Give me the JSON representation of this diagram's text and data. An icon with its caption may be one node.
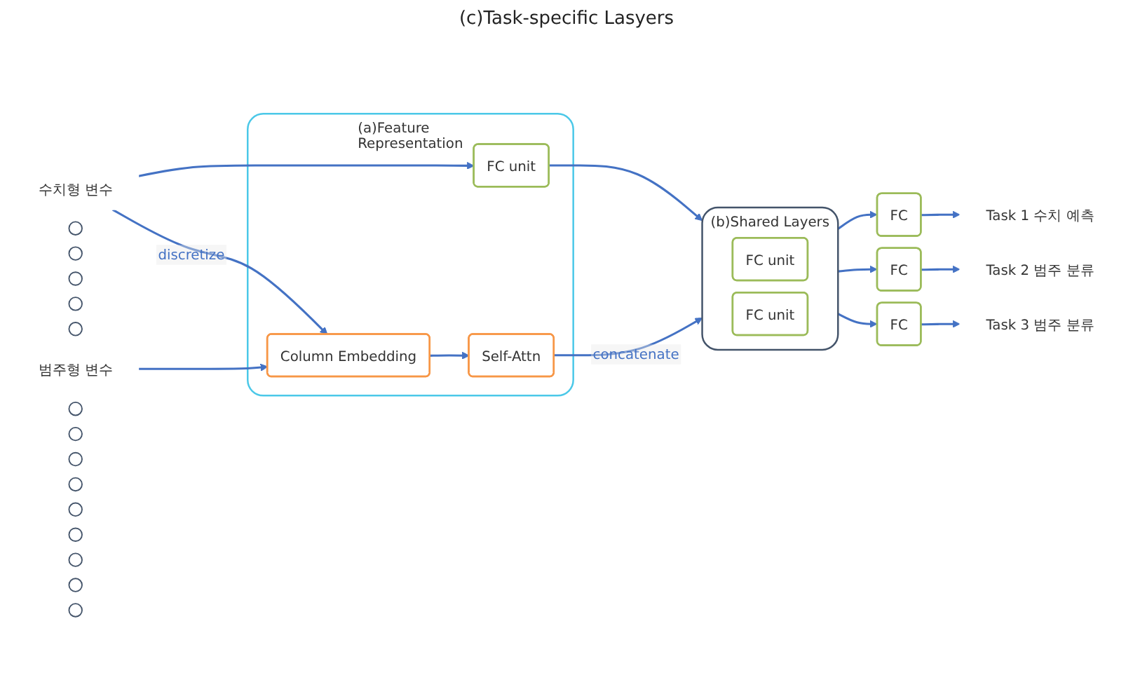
{
  "diagram": {
    "nodes": [
      {
        "text": [
          "수치형 변수"
        ]
      },
      {
        "text": [],
        "shape": "circle"
      },
      {
        "text": [],
        "shape": "circle"
      },
      {
        "text": [],
        "shape": "circle"
      },
      {
        "text": [],
        "shape": "circle"
      },
      {
        "text": [],
        "shape": "circle"
      },
      {
        "text": [
          "범주형 변수"
        ]
      },
      {
        "text": [],
        "shape": "circle"
      },
      {
        "text": [],
        "shape": "circle"
      },
      {
        "text": [
          "(a)Feature Representation"
        ]
      },
      {
        "text": [
          "FC unit"
        ],
        "in": 9
      },
      {
        "text": [
          "Column Embedding"
        ],
        "in": 9
      },
      {
        "text": [
          "Self-Attn"
        ],
        "in": 9
      },
      {
        "text": [
          "(b)Shared Layers"
        ]
      },
      {
        "text": [
          "FC unit"
        ],
        "in": 13
      },
      {
        "text": [
          "FC unit"
        ],
        "in": 13
      },
      {
        "text": [
          "FC"
        ]
      },
      {
        "text": [
          "FC"
        ]
      },
      {
        "text": [
          "FC"
        ]
      },
      {
        "text": [
          "Task 1 수치 예측"
        ]
      },
      {
        "text": [
          "Task 2 범주 분류"
        ]
      },
      {
        "text": [
          "Task 3 범주 분류"
        ]
      },
      {
        "text": [],
        "shape": "circle"
      },
      {
        "text": [],
        "shape": "circle"
      },
      {
        "text": [],
        "shape": "circle"
      },
      {
        "text": [],
        "shape": "circle"
      },
      {
        "text": [],
        "shape": "circle"
      },
      {
        "text": [],
        "shape": "circle"
      },
      {
        "text": [],
        "shape": "circle"
      }
    ],
    "edges": [
      {
        "from": 0,
        "to": 10,
        "arrow": "to"
      },
      {
        "from": 0,
        "to": 11,
        "arrow": "to",
        "label": "discretize"
      },
      {
        "from": 6,
        "to": 11,
        "arrow": "to"
      },
      {
        "from": 11,
        "to": 12,
        "arrow": "to"
      },
      {
        "from": 10,
        "to": 13,
        "arrow": "to"
      },
      {
        "from": 12,
        "to": 13,
        "arrow": "to",
        "label": "concatenate"
      },
      {
        "from": 13,
        "to": 16,
        "arrow": "to"
      },
      {
        "from": 13,
        "to": 17,
        "arrow": "to"
      },
      {
        "from": 13,
        "to": 18,
        "arrow": "to"
      },
      {
        "from": 16,
        "to": 19,
        "arrow": "to"
      },
      {
        "from": 17,
        "to": 20,
        "arrow": "to"
      },
      {
        "from": 18,
        "to": 21,
        "arrow": "to"
      }
    ],
    "labels": [
      "(c)Task-specific Lasyers"
    ]
  }
}
